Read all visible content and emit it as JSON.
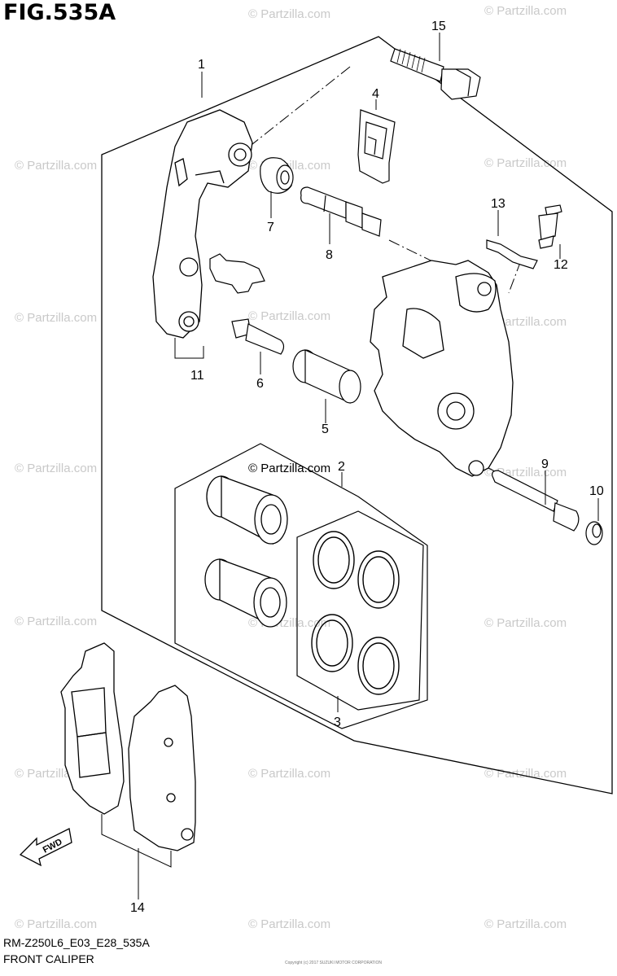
{
  "header": {
    "figure_title": "FIG.535A"
  },
  "footer": {
    "diagram_code": "RM-Z250L6_E03_E28_535A",
    "caption": "FRONT CALIPER",
    "copyright_fine_print": "Copyright (c) 2017 SUZUKI MOTOR CORPORATION"
  },
  "watermark": {
    "text": "© Partzilla.com"
  },
  "callouts": [
    "1",
    "2",
    "3",
    "4",
    "5",
    "6",
    "7",
    "8",
    "9",
    "10",
    "11",
    "12",
    "13",
    "14",
    "15"
  ],
  "fwd_arrow": {
    "label": "FWD"
  }
}
